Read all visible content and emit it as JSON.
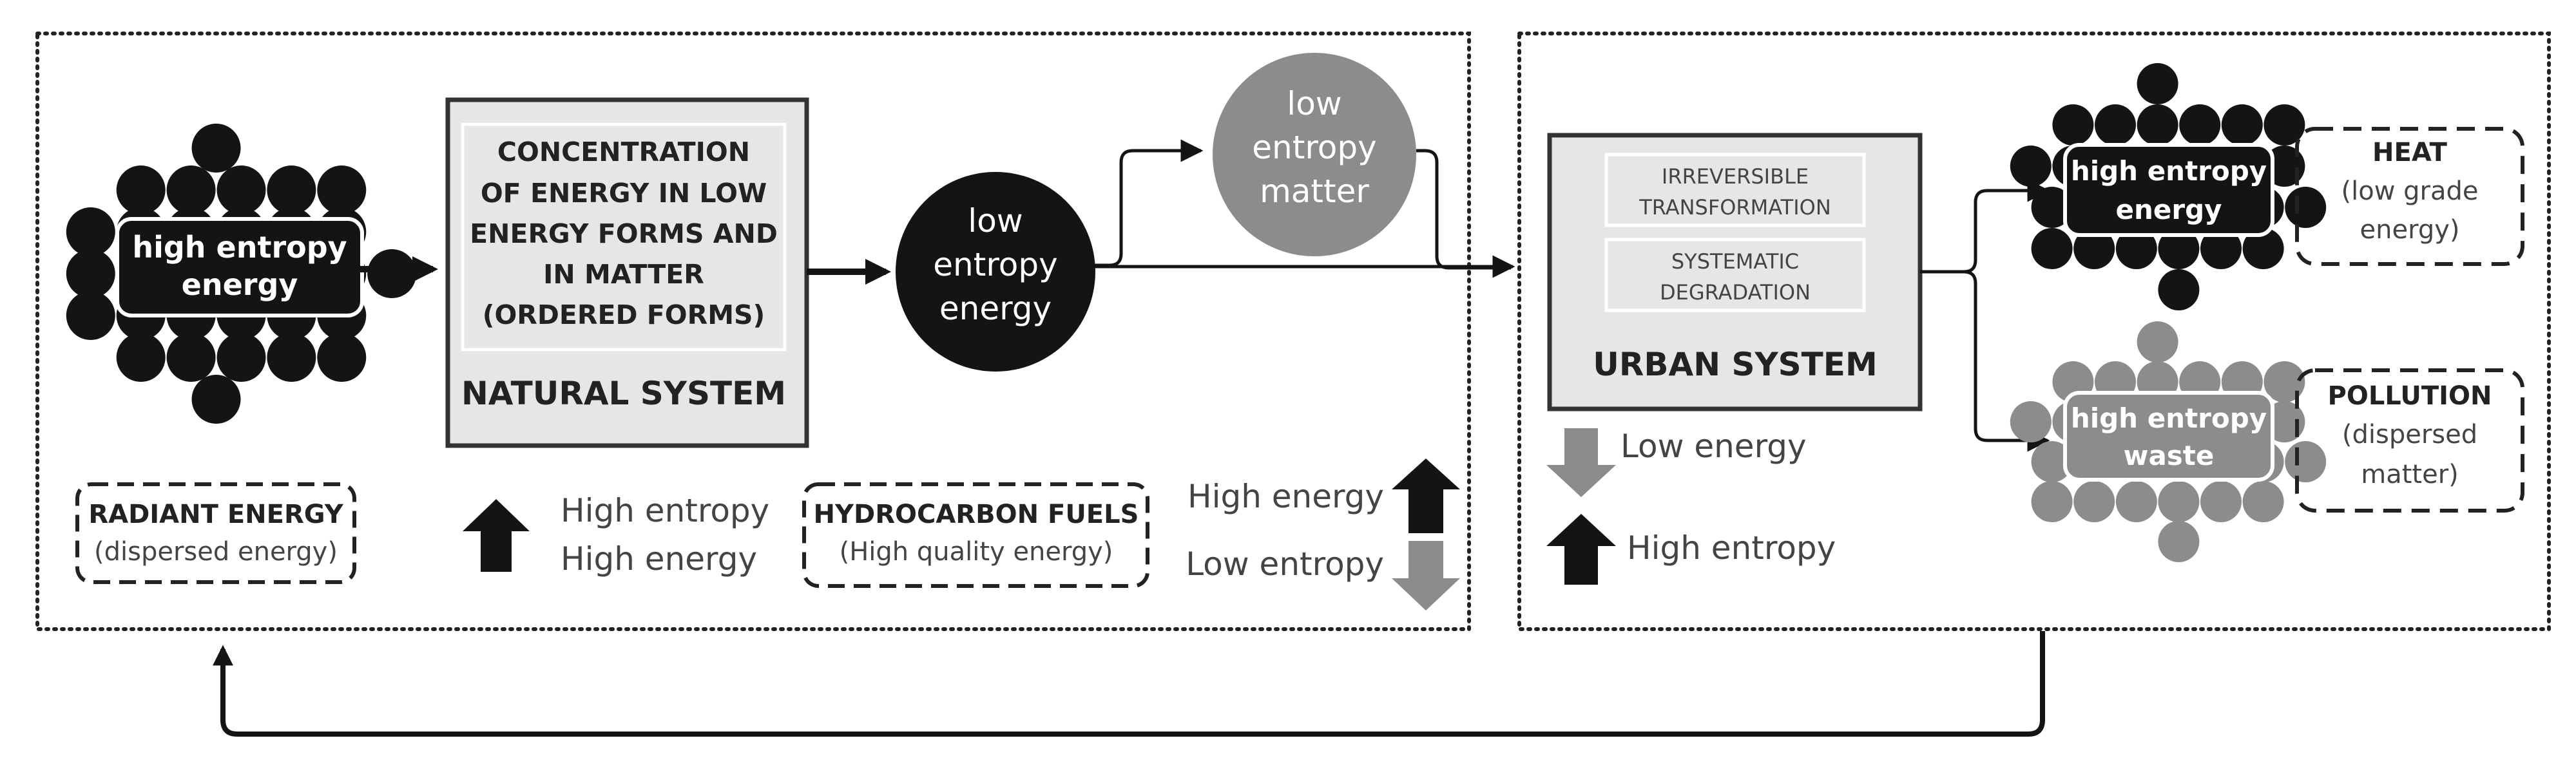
{
  "natural_panel": {
    "source": {
      "line1": "high entropy",
      "line2": "energy"
    },
    "concentration": {
      "lines": [
        "CONCENTRATION",
        "OF ENERGY IN  LOW",
        "ENERGY FORMS AND",
        "IN MATTER",
        "(ORDERED FORMS)"
      ]
    },
    "system_title": "NATURAL SYSTEM",
    "low_entropy_energy": {
      "lines": [
        "low",
        "entropy",
        "energy"
      ]
    },
    "low_entropy_matter": {
      "lines": [
        "low",
        "entropy",
        "matter"
      ]
    },
    "radiant": {
      "title": "RADIANT ENERGY",
      "subtitle": "(dispersed energy)"
    },
    "legend_mid": {
      "line1": "High entropy",
      "line2": "High energy"
    },
    "hydrocarbon": {
      "title": "HYDROCARBON FUELS",
      "subtitle": "(High quality energy)"
    },
    "legend_right": {
      "line1": "High energy",
      "line2": "Low entropy"
    }
  },
  "urban_panel": {
    "box1": {
      "line1": "IRREVERSIBLE",
      "line2": "TRANSFORMATION"
    },
    "box2": {
      "line1": "SYSTEMATIC",
      "line2": "DEGRADATION"
    },
    "system_title": "URBAN SYSTEM",
    "legend": {
      "low_energy": "Low energy",
      "high_entropy": "High entropy"
    },
    "output_energy": {
      "line1": "high entropy",
      "line2": "energy"
    },
    "heat": {
      "title": "HEAT",
      "line1": "(low grade",
      "line2": "energy)"
    },
    "output_waste": {
      "line1": "high entropy",
      "line2": "waste"
    },
    "pollution": {
      "title": "POLLUTION",
      "line1": "(dispersed",
      "line2": "matter)"
    }
  },
  "colors": {
    "black": "#141414",
    "grey": "#8c8c8c",
    "box_fill": "#e6e6e6",
    "outline": "#333333"
  }
}
